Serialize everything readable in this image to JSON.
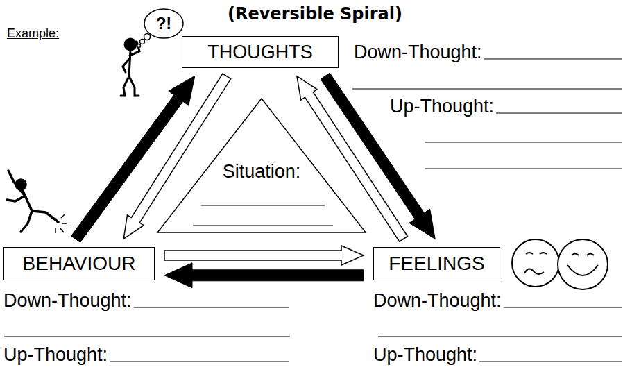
{
  "diagram": {
    "title": "(Reversible Spiral)",
    "nodes": [
      {
        "text": [
          "?!"
        ]
      },
      {
        "text": [
          "THOUGHTS"
        ]
      },
      {
        "text": [
          "Situation:"
        ]
      },
      {
        "text": [
          "BEHAVIOUR"
        ]
      },
      {
        "text": [
          "FEELINGS"
        ]
      }
    ],
    "edges": [
      {
        "from": 3,
        "to": 1,
        "arrow": "to"
      },
      {
        "from": 1,
        "to": 3,
        "arrow": "to"
      },
      {
        "from": 1,
        "to": 4,
        "arrow": "to"
      },
      {
        "from": 4,
        "to": 1,
        "arrow": "to"
      },
      {
        "from": 3,
        "to": 4,
        "arrow": "to"
      },
      {
        "from": 4,
        "to": 3,
        "arrow": "to"
      }
    ],
    "labels": [
      "Example:",
      "Down-Thought:",
      "Up-Thought:",
      "Down-Thought:",
      "Up-Thought:",
      "Down-Thought:",
      "Up-Thought:"
    ]
  }
}
